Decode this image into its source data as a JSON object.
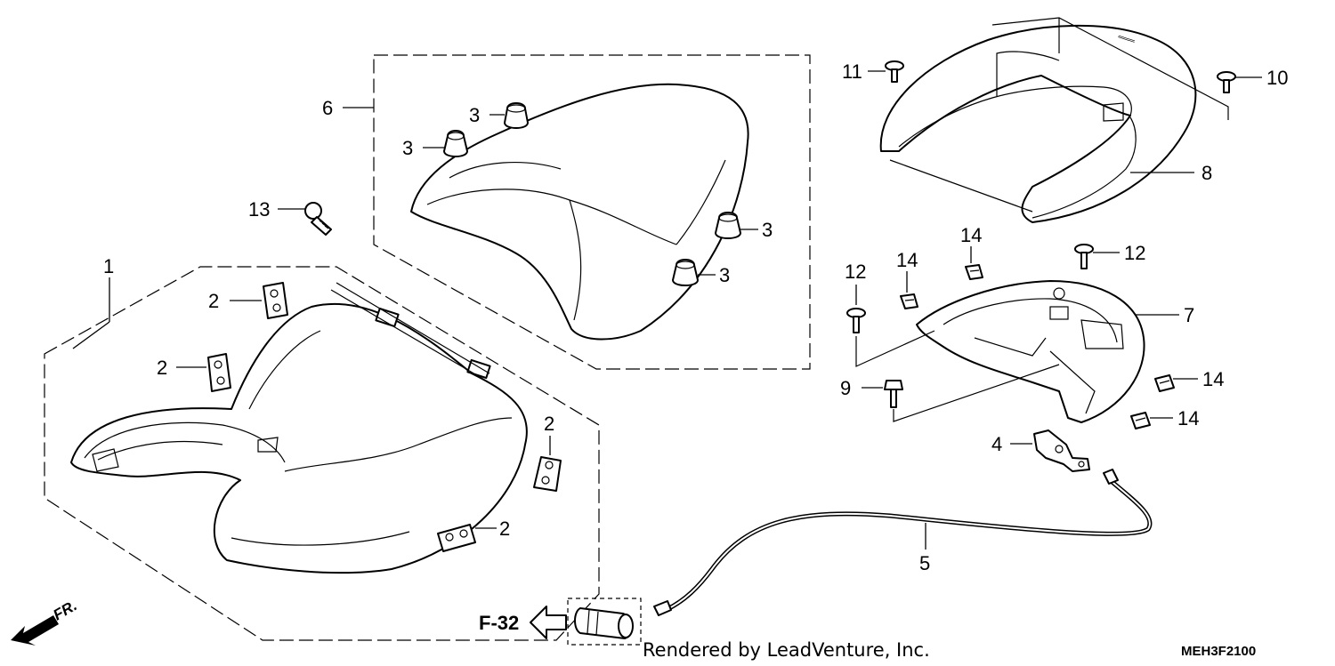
{
  "callouts": {
    "c1": "1",
    "c2a": "2",
    "c2b": "2",
    "c2c": "2",
    "c2d": "2",
    "c3a": "3",
    "c3b": "3",
    "c3c": "3",
    "c3d": "3",
    "c4": "4",
    "c5": "5",
    "c6": "6",
    "c7": "7",
    "c8": "8",
    "c9": "9",
    "c10": "10",
    "c11": "11",
    "c12a": "12",
    "c12b": "12",
    "c13": "13",
    "c14a": "14",
    "c14b": "14",
    "c14c": "14",
    "c14d": "14"
  },
  "reference": {
    "label": "F-32"
  },
  "front_marker": {
    "label": "FR."
  },
  "credit": "Rendered by LeadVenture, Inc.",
  "diagram_code": "MEH3F2100",
  "icons": {
    "arrow": "hollow-arrow-left-icon",
    "front": "front-direction-arrow-icon"
  }
}
